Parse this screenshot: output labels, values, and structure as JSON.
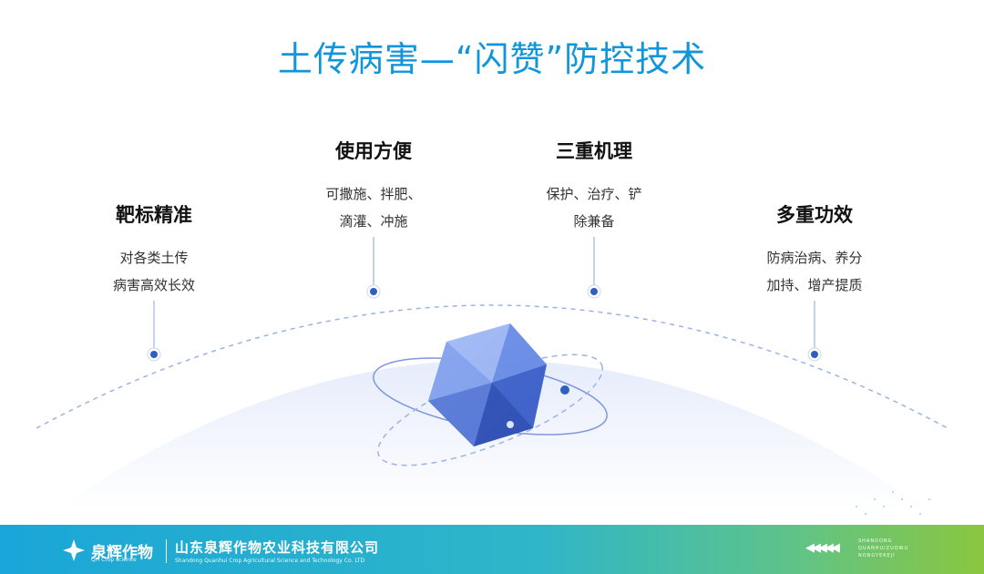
{
  "title": "土传病害—“闪赞”防控技术",
  "features": {
    "left": {
      "heading": "靶标精准",
      "line1": "对各类土传",
      "line2": "病害高效长效"
    },
    "midleft": {
      "heading": "使用方便",
      "line1": "可撒施、拌肥、",
      "line2": "滴灌、冲施"
    },
    "midright": {
      "heading": "三重机理",
      "line1": "保护、治疗、铲",
      "line2": "除兼备"
    },
    "right": {
      "heading": "多重功效",
      "line1": "防病治病、养分",
      "line2": "加持、增产提质"
    }
  },
  "footer": {
    "brand_cn": "泉辉作物",
    "brand_en": "QH Crop science",
    "company_cn": "山东泉辉作物农业科技有限公司",
    "company_en": "Shandong Quanhui Crop Agricultural Science and Technology Co. LTD",
    "pinyin1": "SHANDONG",
    "pinyin2": "QUANHUIZUOWU",
    "pinyin3": "NONGYEKEJI",
    "arrows": "◀◀◀◀◀"
  },
  "colors": {
    "accent": "#1296db",
    "node": "#2f5fbf",
    "crystal": "#5b7fe0"
  }
}
